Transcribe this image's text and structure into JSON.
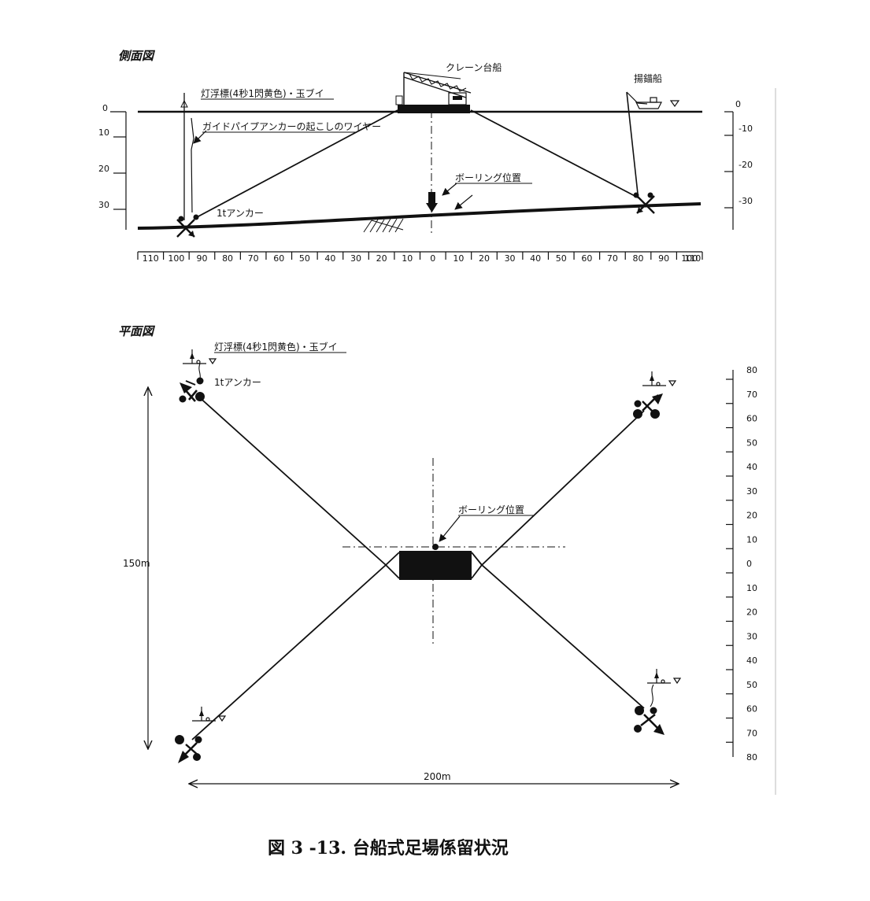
{
  "side_view": {
    "heading": "側面図",
    "crane_barge_label": "クレーン台船",
    "anchor_boat_label": "揚錨船",
    "light_buoy_label": "灯浮標(4秒1閃黄色)・玉ブイ",
    "guide_wire_label": "ガイドパイプアンカーの起こしのワイヤー",
    "boring_label": "ボーリング位置",
    "anchor_label": "1tアンカー",
    "depth_left_ticks": [
      "0",
      "10",
      "20",
      "30"
    ],
    "depth_right_ticks": [
      "0",
      "-10",
      "-20",
      "-30"
    ],
    "x_axis_ticks": [
      "110",
      "100",
      "90",
      "80",
      "70",
      "60",
      "50",
      "40",
      "30",
      "20",
      "10",
      "0",
      "10",
      "20",
      "30",
      "40",
      "50",
      "60",
      "70",
      "80",
      "90",
      "100",
      "110"
    ]
  },
  "plan_view": {
    "heading": "平面図",
    "light_buoy_label": "灯浮標(4秒1閃黄色)・玉ブイ",
    "anchor_label": "1tアンカー",
    "boring_label": "ボーリング位置",
    "height_dimension": "150m",
    "width_dimension": "200m",
    "y_axis_ticks": [
      "80",
      "70",
      "60",
      "50",
      "40",
      "30",
      "20",
      "10",
      "0",
      "10",
      "20",
      "30",
      "40",
      "50",
      "60",
      "70",
      "80"
    ]
  },
  "caption": "図 3 -13.  台船式足場係留状況"
}
